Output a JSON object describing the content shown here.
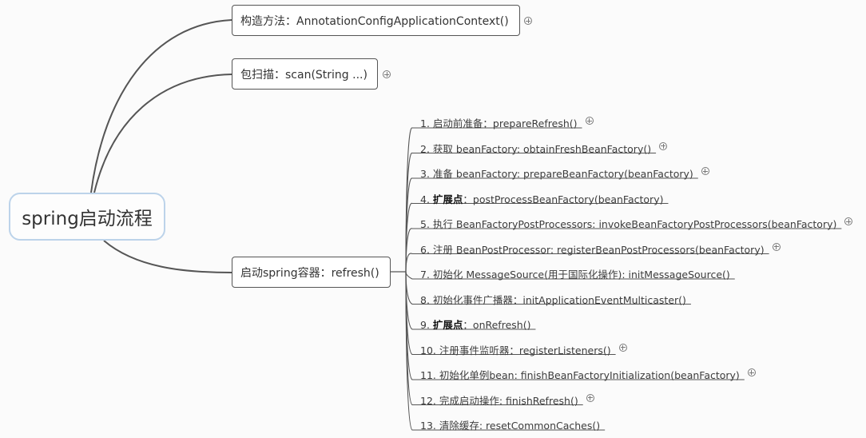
{
  "root": {
    "label": "spring启动流程"
  },
  "branches": [
    {
      "label": "构造方法：AnnotationConfigApplicationContext()",
      "collapsed": true
    },
    {
      "label": "包扫描：scan(String ...)",
      "collapsed": true
    },
    {
      "label": "启动spring容器：refresh()",
      "collapsed": false
    }
  ],
  "steps": [
    {
      "num": "1.",
      "bold": "",
      "text": "启动前准备：prepareRefresh()",
      "collapsed": true
    },
    {
      "num": "2.",
      "bold": "",
      "text": "获取 beanFactory: obtainFreshBeanFactory()",
      "collapsed": true
    },
    {
      "num": "3.",
      "bold": "",
      "text": "准备 beanFactory: prepareBeanFactory(beanFactory)",
      "collapsed": true
    },
    {
      "num": "4.",
      "bold": "扩展点",
      "text": "：postProcessBeanFactory(beanFactory)",
      "collapsed": false
    },
    {
      "num": "5.",
      "bold": "",
      "text": "执行 BeanFactoryPostProcessors: invokeBeanFactoryPostProcessors(beanFactory)",
      "collapsed": true
    },
    {
      "num": "6.",
      "bold": "",
      "text": "注册 BeanPostProcessor: registerBeanPostProcessors(beanFactory)",
      "collapsed": true
    },
    {
      "num": "7.",
      "bold": "",
      "text": "初始化 MessageSource(用于国际化操作): initMessageSource()",
      "collapsed": false
    },
    {
      "num": "8.",
      "bold": "",
      "text": "初始化事件广播器：initApplicationEventMulticaster()",
      "collapsed": false
    },
    {
      "num": "9.",
      "bold": "扩展点",
      "text": "：onRefresh()",
      "collapsed": false
    },
    {
      "num": "10.",
      "bold": "",
      "text": "注册事件监听器：registerListeners()",
      "collapsed": true
    },
    {
      "num": "11.",
      "bold": "",
      "text": "初始化单例bean: finishBeanFactoryInitialization(beanFactory)",
      "collapsed": true
    },
    {
      "num": "12.",
      "bold": "",
      "text": "完成启动操作: finishRefresh()",
      "collapsed": true
    },
    {
      "num": "13.",
      "bold": "",
      "text": "清除缓存: resetCommonCaches()",
      "collapsed": false
    }
  ],
  "colors": {
    "line": "#555555",
    "root_border": "#bcd3ea"
  }
}
